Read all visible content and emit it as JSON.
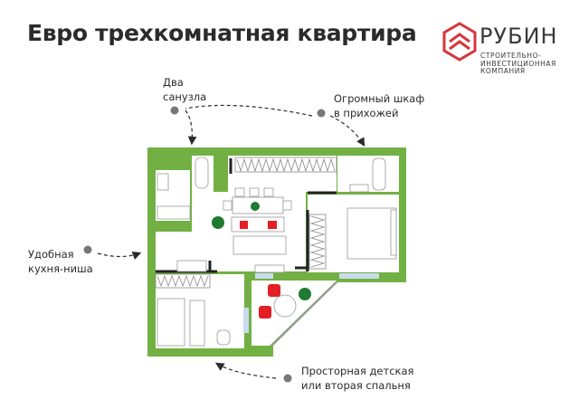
{
  "title": "Евро трехкомнатная квартира",
  "logo": {
    "name": "РУБИН",
    "subtitle": [
      "СТРОИТЕЛЬНО-",
      "ИНВЕСТИЦИОННАЯ",
      "КОМПАНИЯ"
    ],
    "color": "#d4373c"
  },
  "annotations": [
    {
      "lines": [
        "Два",
        "санузла"
      ]
    },
    {
      "lines": [
        "Огромный шкаф",
        "в прихожей"
      ]
    },
    {
      "lines": [
        "Удобная",
        "кухня-ниша"
      ]
    },
    {
      "lines": [
        "Просторная детская",
        "или вторая спальня"
      ]
    }
  ],
  "colors": {
    "wall": "#72b043",
    "accent": "#e31e24",
    "plant": "#1f7a32",
    "window": "#c9dbee",
    "text": "#2b2b2b"
  }
}
